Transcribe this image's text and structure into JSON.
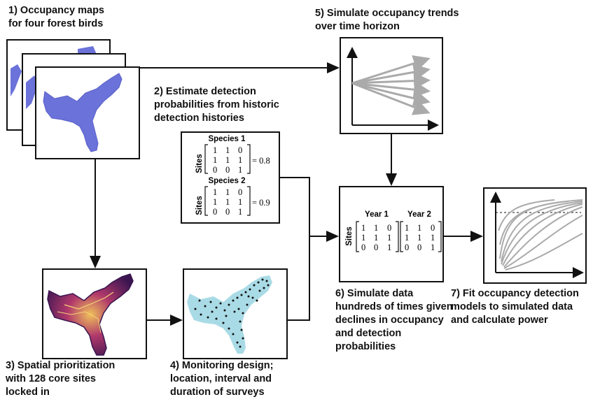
{
  "steps": {
    "s1": "1) Occupancy maps\nfor four forest birds",
    "s2": "2) Estimate detection\nprobabilities from historic\ndetection histories",
    "s3": "3) Spatial prioritization\nwith 128 core sites\nlocked in",
    "s4": "4) Monitoring design;\nlocation, interval and\nduration of surveys",
    "s5": "5) Simulate occupancy trends\nover time horizon",
    "s6": "6) Simulate data\nhundreds of times given\ndeclines in occupancy\nand detection\nprobabilities",
    "s7": "7) Fit occupancy detection\nmodels to simulated data\nand calculate power"
  },
  "detection": {
    "species1": {
      "label": "Species 1",
      "axis": "Sites",
      "rows": [
        [
          "1",
          "1",
          "0"
        ],
        [
          "1",
          "1",
          "1"
        ],
        [
          "0",
          "0",
          "1"
        ]
      ],
      "result": "= 0.8"
    },
    "species2": {
      "label": "Species 2",
      "axis": "Sites",
      "rows": [
        [
          "1",
          "1",
          "0"
        ],
        [
          "1",
          "1",
          "1"
        ],
        [
          "0",
          "0",
          "1"
        ]
      ],
      "result": "= 0.9"
    }
  },
  "simulate": {
    "axis": "Sites",
    "year1": {
      "label": "Year 1",
      "rows": [
        [
          "1",
          "1",
          "0"
        ],
        [
          "1",
          "1",
          "1"
        ],
        [
          "0",
          "0",
          "1"
        ]
      ]
    },
    "year2": {
      "label": "Year 2",
      "rows": [
        [
          "1",
          "1",
          "0"
        ],
        [
          "1",
          "1",
          "1"
        ],
        [
          "0",
          "0",
          "1"
        ]
      ]
    }
  },
  "colors": {
    "map_fill": "#6b72d9",
    "heat_dark": "#3a1550",
    "heat_mid": "#b0386b",
    "heat_light": "#f0c05a",
    "design_fill": "#a9dbe6",
    "trend_gray": "#aaaaaa"
  }
}
